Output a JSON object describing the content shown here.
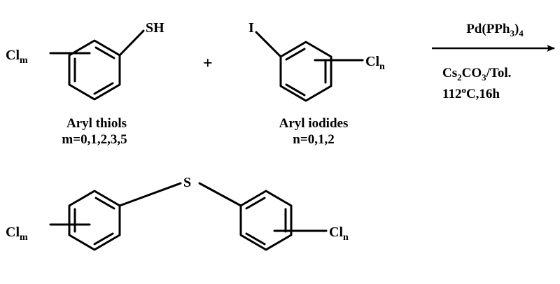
{
  "reactants": {
    "thiol": {
      "substituent_group": "SH",
      "ring_substituent": {
        "symbol": "Cl",
        "subscript": "m"
      },
      "name": "Aryl thiols",
      "range": "m=0,1,2,3,5"
    },
    "plus": "+",
    "iodide": {
      "substituent_group": "I",
      "ring_substituent": {
        "symbol": "Cl",
        "subscript": "n"
      },
      "name": "Aryl iodides",
      "range": "n=0,1,2"
    }
  },
  "conditions": {
    "catalyst": {
      "main": "Pd(PPh",
      "sub": "3",
      "tail": ")",
      "tail_sub": "4"
    },
    "base_solvent": {
      "main": "Cs",
      "sub1": "2",
      "mid": "CO",
      "sub2": "3",
      "tail": "/Tol."
    },
    "temp_time": {
      "main": "112",
      "sup": "o",
      "tail": "C,16h"
    }
  },
  "product": {
    "bridge_atom": "S",
    "left_substituent": {
      "symbol": "Cl",
      "subscript": "m"
    },
    "right_substituent": {
      "symbol": "Cl",
      "subscript": "n"
    }
  }
}
